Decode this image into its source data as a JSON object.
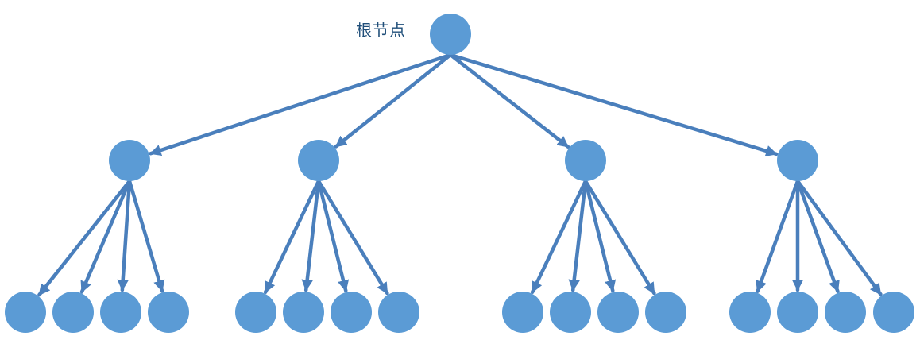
{
  "diagram": {
    "root_label": "根节点",
    "colors": {
      "node_fill": "#5b9bd5",
      "edge_stroke": "#4a7fbc",
      "label_text": "#1f4e79"
    },
    "tree": {
      "id": "root",
      "children": [
        {
          "id": "c1",
          "children": [
            {
              "id": "c1-1"
            },
            {
              "id": "c1-2"
            },
            {
              "id": "c1-3"
            },
            {
              "id": "c1-4"
            }
          ]
        },
        {
          "id": "c2",
          "children": [
            {
              "id": "c2-1"
            },
            {
              "id": "c2-2"
            },
            {
              "id": "c2-3"
            },
            {
              "id": "c2-4"
            }
          ]
        },
        {
          "id": "c3",
          "children": [
            {
              "id": "c3-1"
            },
            {
              "id": "c3-2"
            },
            {
              "id": "c3-3"
            },
            {
              "id": "c3-4"
            }
          ]
        },
        {
          "id": "c4",
          "children": [
            {
              "id": "c4-1"
            },
            {
              "id": "c4-2"
            },
            {
              "id": "c4-3"
            },
            {
              "id": "c4-4"
            }
          ]
        }
      ]
    }
  }
}
